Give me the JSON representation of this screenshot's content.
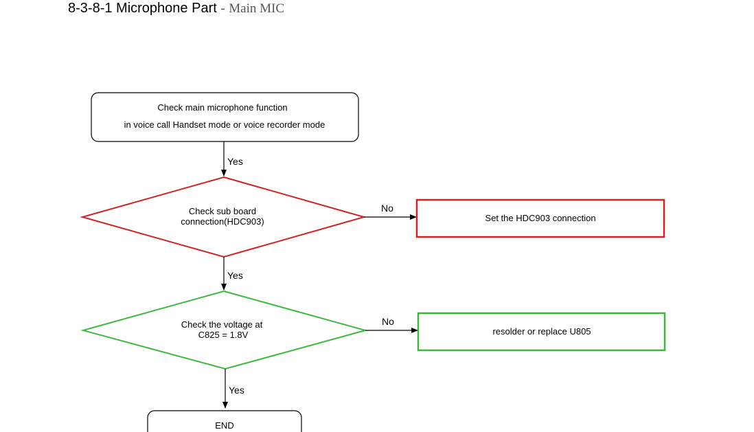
{
  "title": {
    "number": "8-3-8-1",
    "main": "Microphone Part",
    "separator": "-",
    "sub": "Main MIC"
  },
  "colors": {
    "red": "#d42020",
    "green": "#3cb83c",
    "black": "#000000"
  },
  "nodes": {
    "start": {
      "line1": "Check main microphone function",
      "line2": "in voice call Handset mode or voice recorder mode"
    },
    "decision1": {
      "line1": "Check sub board",
      "line2": "connection(HDC903)"
    },
    "action1": {
      "text": "Set the HDC903 connection"
    },
    "decision2": {
      "line1": "Check the voltage at",
      "line2": "C825 = 1.8V"
    },
    "action2": {
      "text": "resolder or replace U805"
    },
    "end": {
      "text": "END"
    }
  },
  "edges": {
    "yes1": "Yes",
    "no1": "No",
    "yes2": "Yes",
    "no2": "No",
    "yes3": "Yes"
  }
}
